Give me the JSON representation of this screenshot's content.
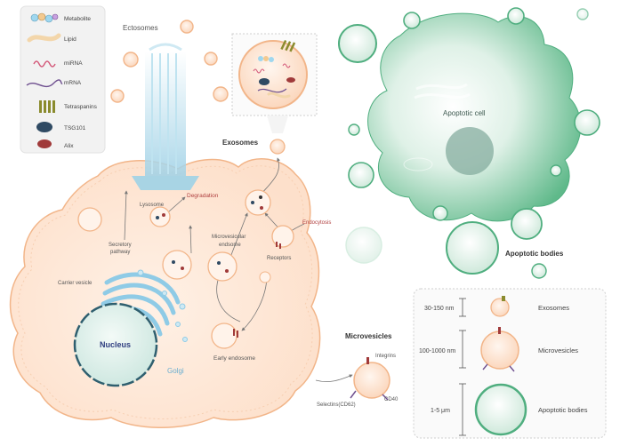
{
  "legend": {
    "items": [
      {
        "label": "Metabolite",
        "icon": "metabolite-icon"
      },
      {
        "label": "Lipid",
        "icon": "lipid-icon"
      },
      {
        "label": "miRNA",
        "icon": "mirna-icon"
      },
      {
        "label": "mRNA",
        "icon": "mrna-icon"
      },
      {
        "label": "Tetraspanins",
        "icon": "tetraspanins-icon"
      },
      {
        "label": "TSG101",
        "icon": "tsg101-icon"
      },
      {
        "label": "Alix",
        "icon": "alix-icon"
      }
    ]
  },
  "labels": {
    "ectosomes": "Ectosomes",
    "exosomes": "Exosomes",
    "degradation": "Degradation",
    "lysosome": "Lysosome",
    "secretory_pathway_1": "Secretory",
    "secretory_pathway_2": "pathway",
    "carrier_vesicle": "Carrier vesicle",
    "mve_1": "Microvesicular",
    "mve_2": "endsome",
    "endocytosis": "Endocytosis",
    "receptors": "Receptors",
    "nucleus": "Nucleus",
    "golgi": "Golgi",
    "early_endosome": "Early endosome",
    "microvesicles": "Microvesicles",
    "integrins": "Integrins",
    "selectins": "Selectins(CD62)",
    "cd40": "CD40",
    "apoptotic_cell": "Apoptotic cell",
    "apoptotic_bodies": "Apoptotic bodies"
  },
  "size_legend": {
    "rows": [
      {
        "size": "30-150 nm",
        "name": "Exosomes"
      },
      {
        "size": "100-1000 nm",
        "name": "Microvesicles"
      },
      {
        "size": "1-5 μm",
        "name": "Apoptotic bodies"
      }
    ]
  },
  "colors": {
    "cell_fill": "#fde9dc",
    "cell_stroke": "#f3b78e",
    "apoptotic_fill": "#4fae7f",
    "apoptotic_light": "#dff1e7",
    "nucleus_fill": "#dcefe9",
    "golgi": "#8fcbe6",
    "accent_red": "#c0392b"
  }
}
